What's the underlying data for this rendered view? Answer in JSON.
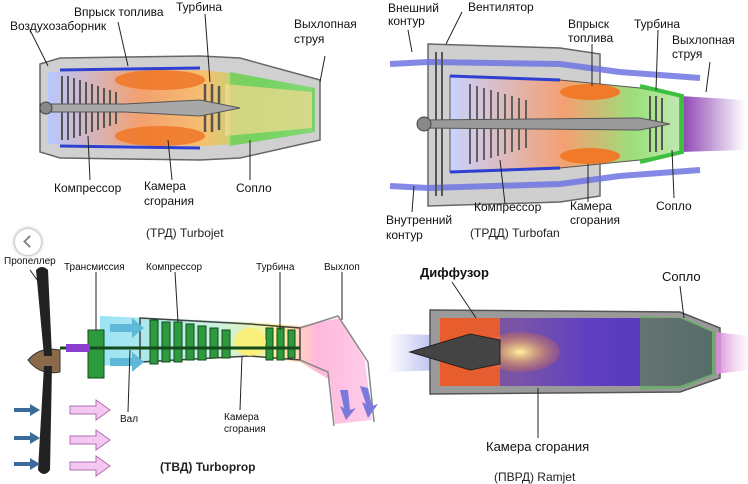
{
  "turbojet": {
    "labels": {
      "intake": "Воздухозаборник",
      "fuel_injection": "Впрыск топлива",
      "turbine": "Турбина",
      "exhaust_1": "Выхлопная",
      "exhaust_2": "струя",
      "compressor": "Компрессор",
      "chamber_1": "Камера",
      "chamber_2": "сгорания",
      "nozzle": "Сопло"
    },
    "caption": "(ТРД) Turbojet"
  },
  "turbofan": {
    "labels": {
      "outer_1": "Внешний",
      "outer_2": "контур",
      "fan": "Вентилятор",
      "fuel_1": "Впрыск",
      "fuel_2": "топлива",
      "turbine": "Турбина",
      "exhaust_1": "Выхлопная",
      "exhaust_2": "струя",
      "inner_1": "Внутренний",
      "inner_2": "контур",
      "compressor": "Компрессор",
      "chamber_1": "Камера",
      "chamber_2": "сгорания",
      "nozzle": "Сопло"
    },
    "caption": "(ТРДД) Turbofan"
  },
  "turboprop": {
    "labels": {
      "propeller": "Пропеллер",
      "transmission": "Трансмиссия",
      "compressor": "Компрессор",
      "turbine": "Турбина",
      "exhaust": "Выхлоп",
      "shaft": "Вал",
      "chamber_1": "Камера",
      "chamber_2": "сгорания"
    },
    "caption": "(ТВД) Turboprop"
  },
  "ramjet": {
    "labels": {
      "diffuser": "Диффузор",
      "nozzle": "Сопло",
      "chamber": "Камера сгорания"
    },
    "caption": "(ПВРД) Ramjet"
  },
  "colors": {
    "casing": "#8a8a8a",
    "inner_flow": "#2f3fd0",
    "outer_flow": "#6f74e0",
    "flame": "#f07a2a",
    "nozzle": "#3fbf3f",
    "exhaust": "#7a3fa0",
    "cold_air": "#7ad8f0",
    "propeller": "#222222",
    "compressor": "#2e9a3e"
  },
  "icons": {
    "prev": "chevron-left-icon"
  }
}
